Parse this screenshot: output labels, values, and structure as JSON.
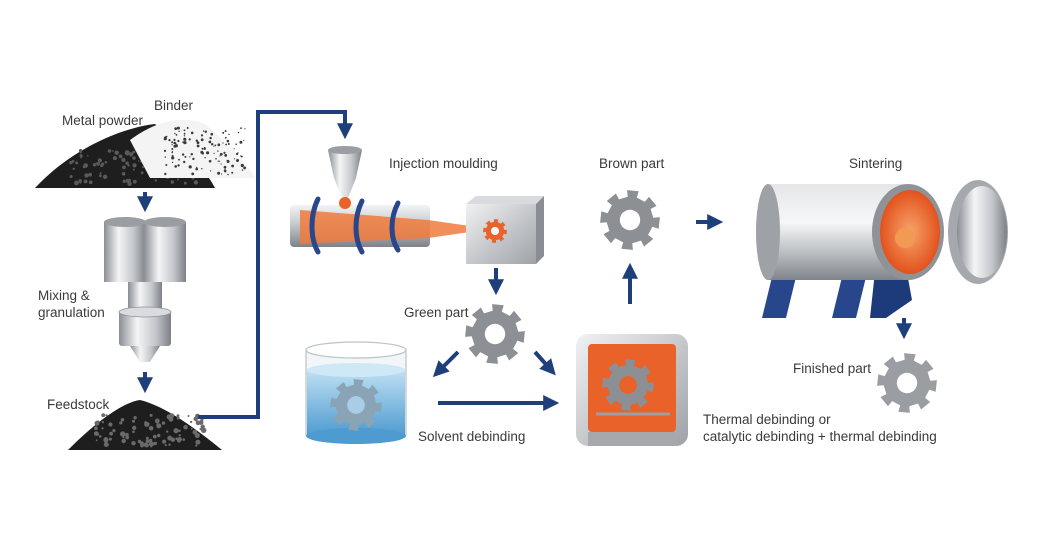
{
  "labels": {
    "metal_powder": "Metal powder",
    "binder": "Binder",
    "mixing_line1": "Mixing &",
    "mixing_line2": "granulation",
    "feedstock": "Feedstock",
    "injection_moulding": "Injection moulding",
    "green_part": "Green part",
    "solvent_debinding": "Solvent debinding",
    "brown_part": "Brown part",
    "thermal_line1": "Thermal debinding or",
    "thermal_line2": "catalytic debinding + thermal debinding",
    "sintering": "Sintering",
    "finished_part": "Finished part"
  },
  "colors": {
    "arrow": "#1f3f7a",
    "orange": "#e8622a",
    "steel_light": "#e2e4e7",
    "steel_dark": "#8a8e94",
    "gear": "#8c8f93",
    "water": "#6fb2dc",
    "stand": "#27468c",
    "powder": "#2a2a2a"
  }
}
